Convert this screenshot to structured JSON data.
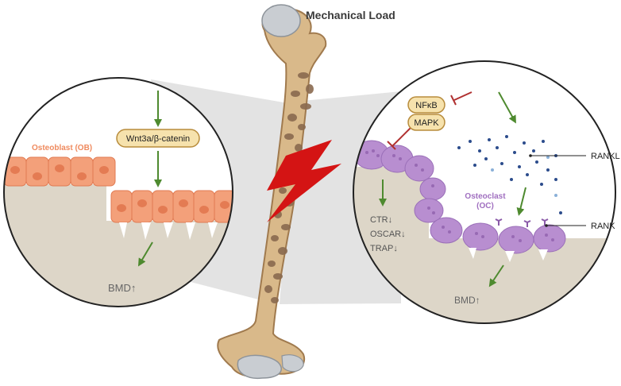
{
  "title": "Mechanical Load",
  "left_panel": {
    "cell_label": "Osteoblast (OB)",
    "pathway_label": "Wnt3a/β-catenin",
    "outcome_label": "BMD↑"
  },
  "right_panel": {
    "nfkb_label": "NFκB",
    "mapk_label": "MAPK",
    "ligand_label": "RANKL",
    "receptor_label": "RANK",
    "cell_label_line1": "Osteoclast",
    "cell_label_line2": "(OC)",
    "markers": [
      "CTR↓",
      "OSCAR↓",
      "TRAP↓"
    ],
    "outcome_label": "BMD↑"
  },
  "colors": {
    "bone": "#d9b98a",
    "bone_outline": "#a07a4e",
    "marrow": "#8a6a4f",
    "osteoblast": "#f3a07a",
    "osteoblast_label": "#ef8a5e",
    "osteoclast": "#b88ed0",
    "osteoclast_label": "#a06fc0",
    "bone_matrix": "#ddd6c8",
    "stimulate_arrow": "#4e8a2f",
    "inhibit_arrow": "#b03030",
    "lightning": "#d41414",
    "rankl_dots": "#2c4c8c",
    "label_box": "#f6e2ad",
    "label_box_border": "#b88c3c"
  }
}
